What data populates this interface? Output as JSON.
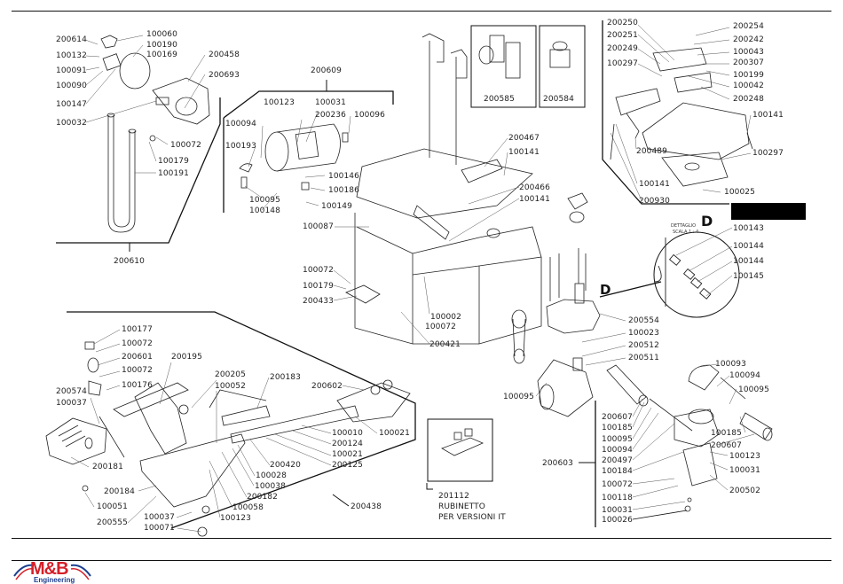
{
  "document": {
    "type": "exploded parts diagram",
    "logo": {
      "brand": "M&B",
      "sub": "Engineering",
      "colors": {
        "red": "#d5202a",
        "blue": "#1d3f8f"
      }
    },
    "detail": {
      "title_line1": "DETTAGLIO",
      "title_line2": "SCALA 1 : 4",
      "letter": "D",
      "callout_letter": "D"
    },
    "inset_boxes": [
      {
        "part": "200585"
      },
      {
        "part": "200584"
      },
      {
        "part": "201112",
        "note_line1": "RUBINETTO",
        "note_line2": "PER VERSIONI IT"
      }
    ]
  },
  "labels": {
    "top_left_group": [
      "200614",
      "100060",
      "100190",
      "100169",
      "100132",
      "100091",
      "100090",
      "100147",
      "100032",
      "200458",
      "200693",
      "100072",
      "100179",
      "100191",
      "200610"
    ],
    "tank_group": [
      "200609",
      "100123",
      "100031",
      "200236",
      "100096",
      "100094",
      "100193",
      "100146",
      "100186",
      "100095",
      "100148",
      "100149"
    ],
    "frame_group": [
      "100087",
      "100072",
      "100179",
      "200433",
      "100002",
      "100072",
      "200421",
      "200467",
      "100141",
      "200466",
      "100141"
    ],
    "table_group": [
      "200250",
      "200254",
      "200251",
      "200242",
      "200249",
      "100043",
      "200307",
      "100297",
      "100199",
      "100042",
      "200248",
      "100141",
      "200489",
      "100297",
      "100141",
      "100025",
      "200930"
    ],
    "detail_d": [
      "100143",
      "100144",
      "100144",
      "100145"
    ],
    "motor_group": [
      "200554",
      "100023",
      "200512",
      "200511",
      "100095"
    ],
    "pump_group": [
      "100093",
      "100094",
      "100095",
      "200607",
      "100185",
      "100095",
      "100094",
      "200497",
      "100184",
      "100072",
      "100118",
      "100031",
      "100026",
      "100185",
      "200607",
      "100123",
      "100031",
      "200502",
      "200603"
    ],
    "pedal_group": [
      "100177",
      "100072",
      "200601",
      "100072",
      "100176",
      "200195",
      "200574",
      "100037",
      "200205",
      "100052",
      "200183",
      "200602",
      "100010",
      "100021",
      "200124",
      "100021",
      "200125",
      "200420",
      "100028",
      "100038",
      "200182",
      "100058",
      "100123",
      "200181",
      "200184",
      "100051",
      "200555",
      "100037",
      "100071",
      "200438"
    ]
  }
}
